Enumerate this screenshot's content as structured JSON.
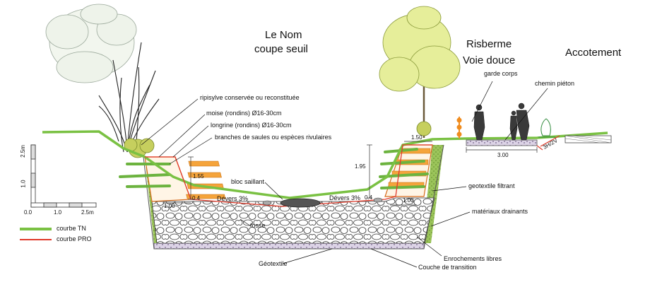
{
  "titles": {
    "main_line1": "Le Nom",
    "main_line2": "coupe seuil",
    "risberme": "Risberme",
    "voie_douce": "Voie douce",
    "accotement": "Accotement"
  },
  "labels": {
    "ripisylve": "ripisylve conservée ou reconstituée",
    "moise": "moise (rondins) Ø16-30cm",
    "longrine": "longrine (rondins) Ø16-30cm",
    "branches": "branches de saules ou espèces rivulaires",
    "bloc_saillant": "bloc saillant",
    "devers_left": "Dévers 3%",
    "devers_right": "Dévers 3%",
    "fosse": "fosse",
    "geotextile_filtrant": "geotextile filtrant",
    "materiaux_drainants": "matériaux drainants",
    "enrochements": "Enrochements libres",
    "couche_transition": "Couche de transition",
    "geotextile": "Géotextile",
    "garde_corps": "garde corps",
    "chemin_pieton": "chemin piéton",
    "talus_slope": "3H/2V"
  },
  "dimensions": {
    "h_left": "1.55",
    "w_left_small": "0.4",
    "w_left_base": "1.00",
    "h_right": "1.95",
    "w_right_top": "1.50",
    "w_right_base": "1.00",
    "w_right_small": "0.4",
    "w_path": "3.00"
  },
  "scale": {
    "v_top": "2.5m",
    "v_mid": "1.0",
    "h_zero": "0.0",
    "h_mid": "1.0",
    "h_end": "2.5m"
  },
  "legend": {
    "tn_label": "courbe TN",
    "pro_label": "courbe PRO",
    "tn_color": "#7ac143",
    "pro_color": "#e03a2a"
  }
}
